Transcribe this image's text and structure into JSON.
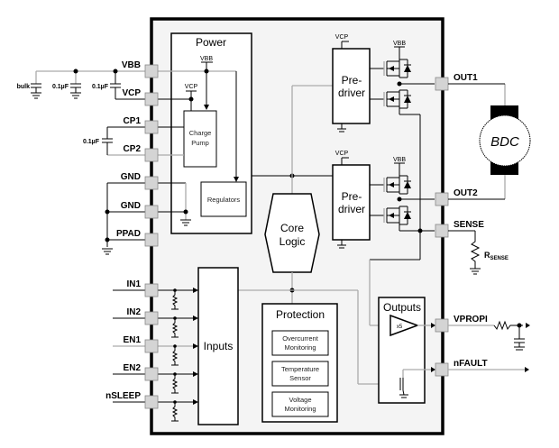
{
  "diagram": {
    "chip": {
      "blocks": {
        "power": {
          "title": "Power",
          "vbb": "VBB",
          "vcp": "VCP",
          "charge_pump": [
            "Charge",
            "Pump"
          ],
          "regulators": "Regulators"
        },
        "predriver1": {
          "label": [
            "Pre-",
            "driver"
          ],
          "supply": "VCP",
          "fet_supply": "VBB"
        },
        "predriver2": {
          "label": [
            "Pre-",
            "driver"
          ],
          "supply": "VCP",
          "fet_supply": "VBB"
        },
        "core_logic": [
          "Core",
          "Logic"
        ],
        "inputs": "Inputs",
        "protection": {
          "title": "Protection",
          "items": [
            [
              "Overcurrent",
              "Monitoring"
            ],
            [
              "Temperature",
              "Sensor"
            ],
            [
              "Voltage",
              "Monitoring"
            ]
          ]
        },
        "outputs": {
          "title": "Outputs",
          "amp_gain": "x5"
        }
      }
    },
    "left_pins": [
      "VBB",
      "VCP",
      "CP1",
      "CP2",
      "GND",
      "GND",
      "PPAD",
      "IN1",
      "IN2",
      "EN1",
      "EN2",
      "nSLEEP"
    ],
    "right_pins": [
      "OUT1",
      "OUT2",
      "SENSE",
      "VPROPI",
      "nFAULT"
    ],
    "external": {
      "caps": [
        "bulk",
        "0.1µF",
        "0.1µF"
      ],
      "cp_cap": "0.1µF",
      "motor": "BDC",
      "rsense": {
        "main": "R",
        "sub": "SENSE"
      }
    }
  }
}
